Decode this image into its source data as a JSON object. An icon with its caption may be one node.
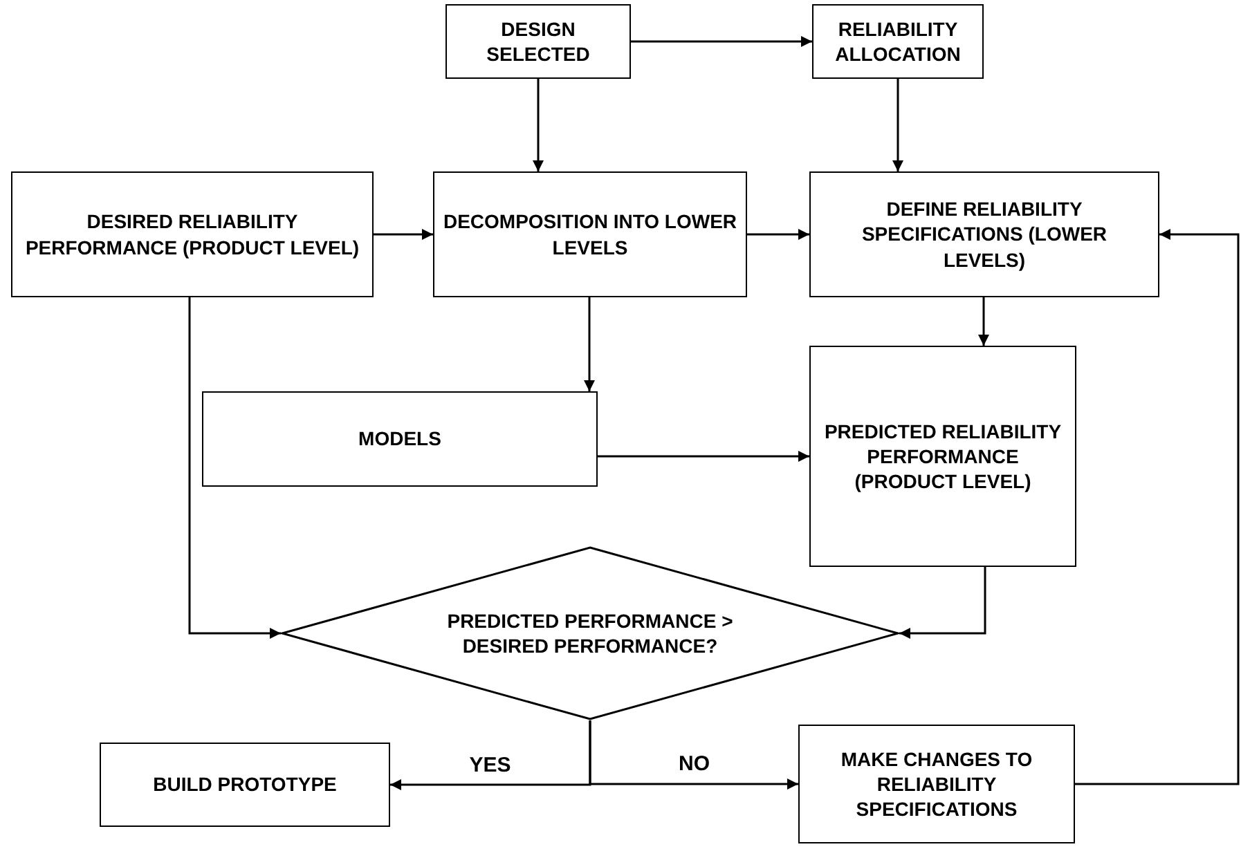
{
  "diagram": {
    "nodes": [
      {
        "text": [
          "DESIGN SELECTED"
        ]
      },
      {
        "text": [
          "RELIABILITY ALLOCATION"
        ]
      },
      {
        "text": [
          "DESIRED RELIABILITY PERFORMANCE (PRODUCT LEVEL)"
        ]
      },
      {
        "text": [
          "DECOMPOSITION INTO LOWER LEVELS"
        ]
      },
      {
        "text": [
          "DEFINE RELIABILITY SPECIFICATIONS (LOWER LEVELS)"
        ]
      },
      {
        "text": [
          "MODELS"
        ]
      },
      {
        "text": [
          "PREDICTED RELIABILITY PERFORMANCE (PRODUCT LEVEL)"
        ]
      },
      {
        "text": [
          "PREDICTED PERFORMANCE > DESIRED PERFORMANCE?"
        ]
      },
      {
        "text": [
          "BUILD PROTOTYPE"
        ]
      },
      {
        "text": [
          "MAKE CHANGES TO RELIABILITY SPECIFICATIONS"
        ]
      }
    ],
    "edges": [
      {
        "from": 0,
        "to": 1,
        "arrow": "to"
      },
      {
        "from": 0,
        "to": 3,
        "arrow": "to"
      },
      {
        "from": 1,
        "to": 4,
        "arrow": "to"
      },
      {
        "from": 2,
        "to": 3,
        "arrow": "to"
      },
      {
        "from": 3,
        "to": 4,
        "arrow": "to"
      },
      {
        "from": 3,
        "to": 5,
        "arrow": "to"
      },
      {
        "from": 5,
        "to": 6,
        "arrow": "to"
      },
      {
        "from": 4,
        "to": 6,
        "arrow": "to"
      },
      {
        "from": 2,
        "to": 7,
        "arrow": "to"
      },
      {
        "from": 6,
        "to": 7,
        "arrow": "to"
      },
      {
        "from": 7,
        "to": 8,
        "arrow": "to",
        "label": "YES"
      },
      {
        "from": 7,
        "to": 9,
        "arrow": "to",
        "label": "NO"
      },
      {
        "from": 9,
        "to": 4,
        "arrow": "to"
      }
    ]
  }
}
